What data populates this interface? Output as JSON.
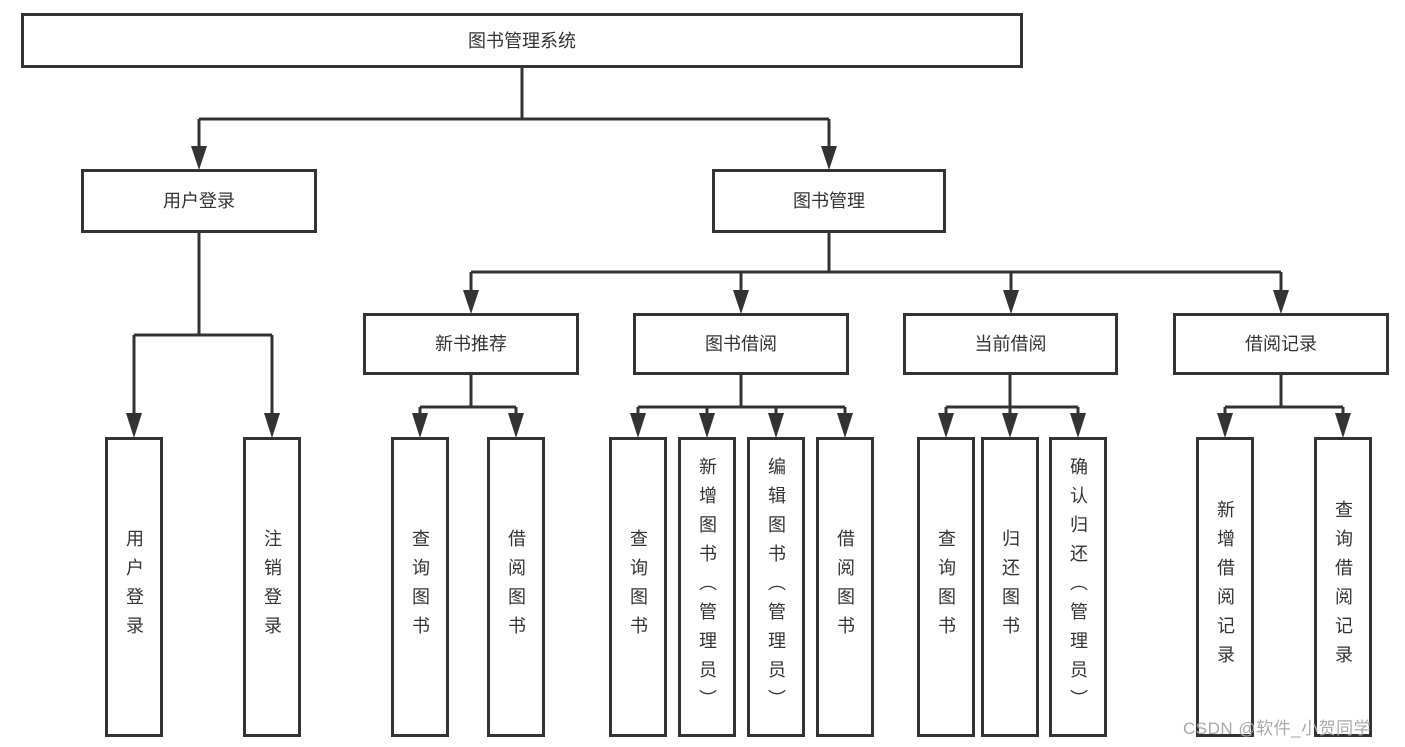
{
  "diagram": {
    "type": "hierarchy-tree",
    "title": "图书管理系统"
  },
  "colors": {
    "line": "#333333",
    "box_border": "#333333",
    "box_fill": "#ffffff",
    "text": "#333333",
    "watermark": "#aaaaaa",
    "background": "#ffffff"
  },
  "nodes": {
    "root": {
      "label": "图书管理系统"
    },
    "user_login": {
      "label": "用户登录"
    },
    "book_mgmt": {
      "label": "图书管理"
    },
    "new_book_rec": {
      "label": "新书推荐"
    },
    "book_borrow": {
      "label": "图书借阅"
    },
    "current_borrow": {
      "label": "当前借阅"
    },
    "borrow_record": {
      "label": "借阅记录"
    },
    "v_user_login": {
      "label": "用户登录"
    },
    "v_logout": {
      "label": "注销登录"
    },
    "v_query_book_1": {
      "label": "查询图书"
    },
    "v_borrow_book_1": {
      "label": "借阅图书"
    },
    "v_query_book_2": {
      "label": "查询图书"
    },
    "v_add_book": {
      "label": "新增图书（管理员）"
    },
    "v_edit_book": {
      "label": "编辑图书（管理员）"
    },
    "v_borrow_book_2": {
      "label": "借阅图书"
    },
    "v_query_book_3": {
      "label": "查询图书"
    },
    "v_return_book": {
      "label": "归还图书"
    },
    "v_confirm_return": {
      "label": "确认归还（管理员）"
    },
    "v_add_record": {
      "label": "新增借阅记录"
    },
    "v_query_record": {
      "label": "查询借阅记录"
    }
  },
  "edges": [
    [
      "root",
      "user_login"
    ],
    [
      "root",
      "book_mgmt"
    ],
    [
      "user_login",
      "v_user_login"
    ],
    [
      "user_login",
      "v_logout"
    ],
    [
      "book_mgmt",
      "new_book_rec"
    ],
    [
      "book_mgmt",
      "book_borrow"
    ],
    [
      "book_mgmt",
      "current_borrow"
    ],
    [
      "book_mgmt",
      "borrow_record"
    ],
    [
      "new_book_rec",
      "v_query_book_1"
    ],
    [
      "new_book_rec",
      "v_borrow_book_1"
    ],
    [
      "book_borrow",
      "v_query_book_2"
    ],
    [
      "book_borrow",
      "v_add_book"
    ],
    [
      "book_borrow",
      "v_edit_book"
    ],
    [
      "book_borrow",
      "v_borrow_book_2"
    ],
    [
      "current_borrow",
      "v_query_book_3"
    ],
    [
      "current_borrow",
      "v_return_book"
    ],
    [
      "current_borrow",
      "v_confirm_return"
    ],
    [
      "borrow_record",
      "v_add_record"
    ],
    [
      "borrow_record",
      "v_query_record"
    ]
  ],
  "watermark": {
    "text": "CSDN @软件_小贺同学"
  }
}
